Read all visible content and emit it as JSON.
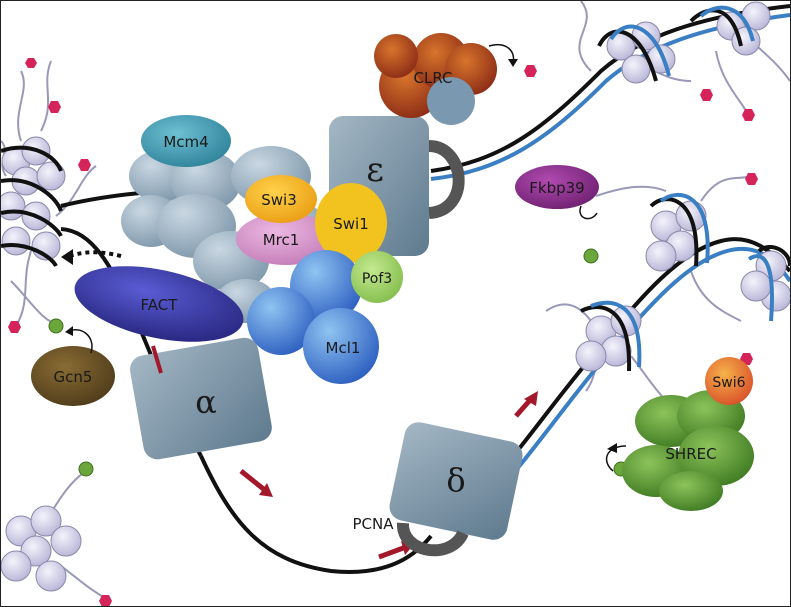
{
  "labels": {
    "clrc": "CLRC",
    "mcm4": "Mcm4",
    "swi3": "Swi3",
    "swi1": "Swi1",
    "mrc1": "Mrc1",
    "pof3": "Pof3",
    "mcl1": "Mcl1",
    "fact": "FACT",
    "gcn5": "Gcn5",
    "alpha": "α",
    "epsilon": "ε",
    "delta": "δ",
    "pcna": "PCNA",
    "fkbp39": "Fkbp39",
    "swi6": "Swi6",
    "shrec": "SHREC"
  },
  "colors": {
    "dna_parental": "#111111",
    "dna_nascent": "#3a7fc4",
    "histone": "#d8d6ec",
    "histone_tail": "#9a98b8",
    "methyl_mark": "#d4245a",
    "acetyl_mark": "#6aa63a",
    "polymerase": "#7d96a8",
    "mcm_ring": "#9eb3c3",
    "mcm4": "#3f9bb3",
    "swi3": "#f2b21a",
    "swi1": "#f2c21f",
    "mrc1": "#d894c8",
    "pof3": "#9fd16a",
    "mcl1": "#4a86d8",
    "fact": "#3b3aa8",
    "gcn5": "#6a5428",
    "clrc": "#b04a24",
    "fkbp39": "#8a2c8c",
    "swi6": "#f08a2a",
    "shrec": "#6aa23a",
    "pcna": "#555555",
    "arrow_red": "#a3182a"
  }
}
